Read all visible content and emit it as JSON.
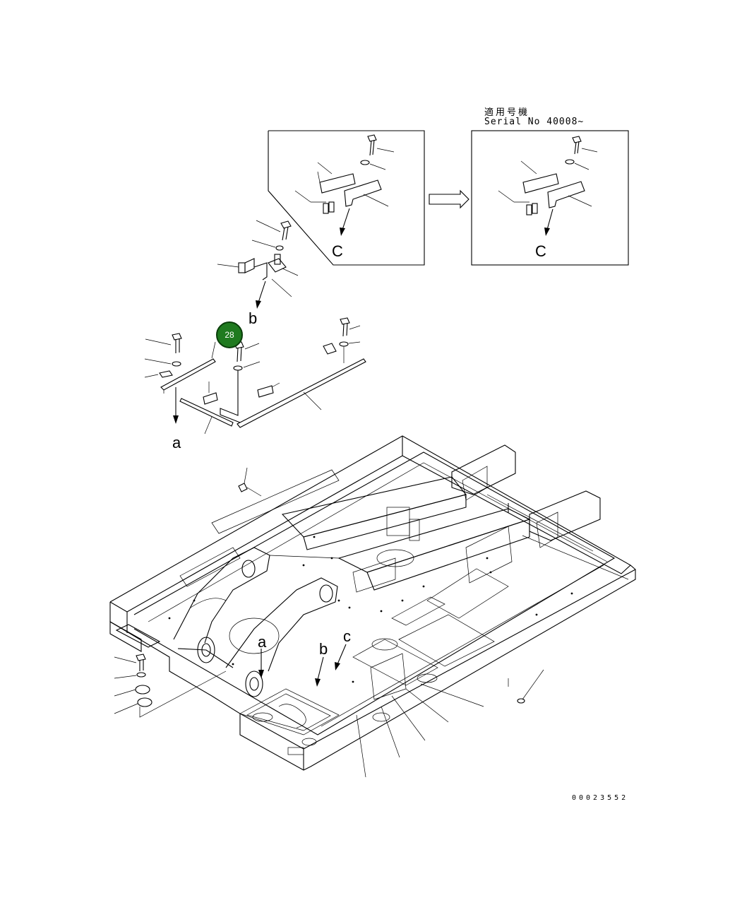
{
  "header": {
    "serial_japanese": "適用号機",
    "serial_number": "Serial No 40008~"
  },
  "labels": {
    "detail_before": "C",
    "detail_after": "C",
    "view_b": "b",
    "view_a": "a",
    "frame_a": "a",
    "frame_b": "b",
    "frame_c": "c"
  },
  "callout": {
    "number": "28",
    "color": "#1f7a1f"
  },
  "footer": {
    "drawing_code": "00023552"
  }
}
